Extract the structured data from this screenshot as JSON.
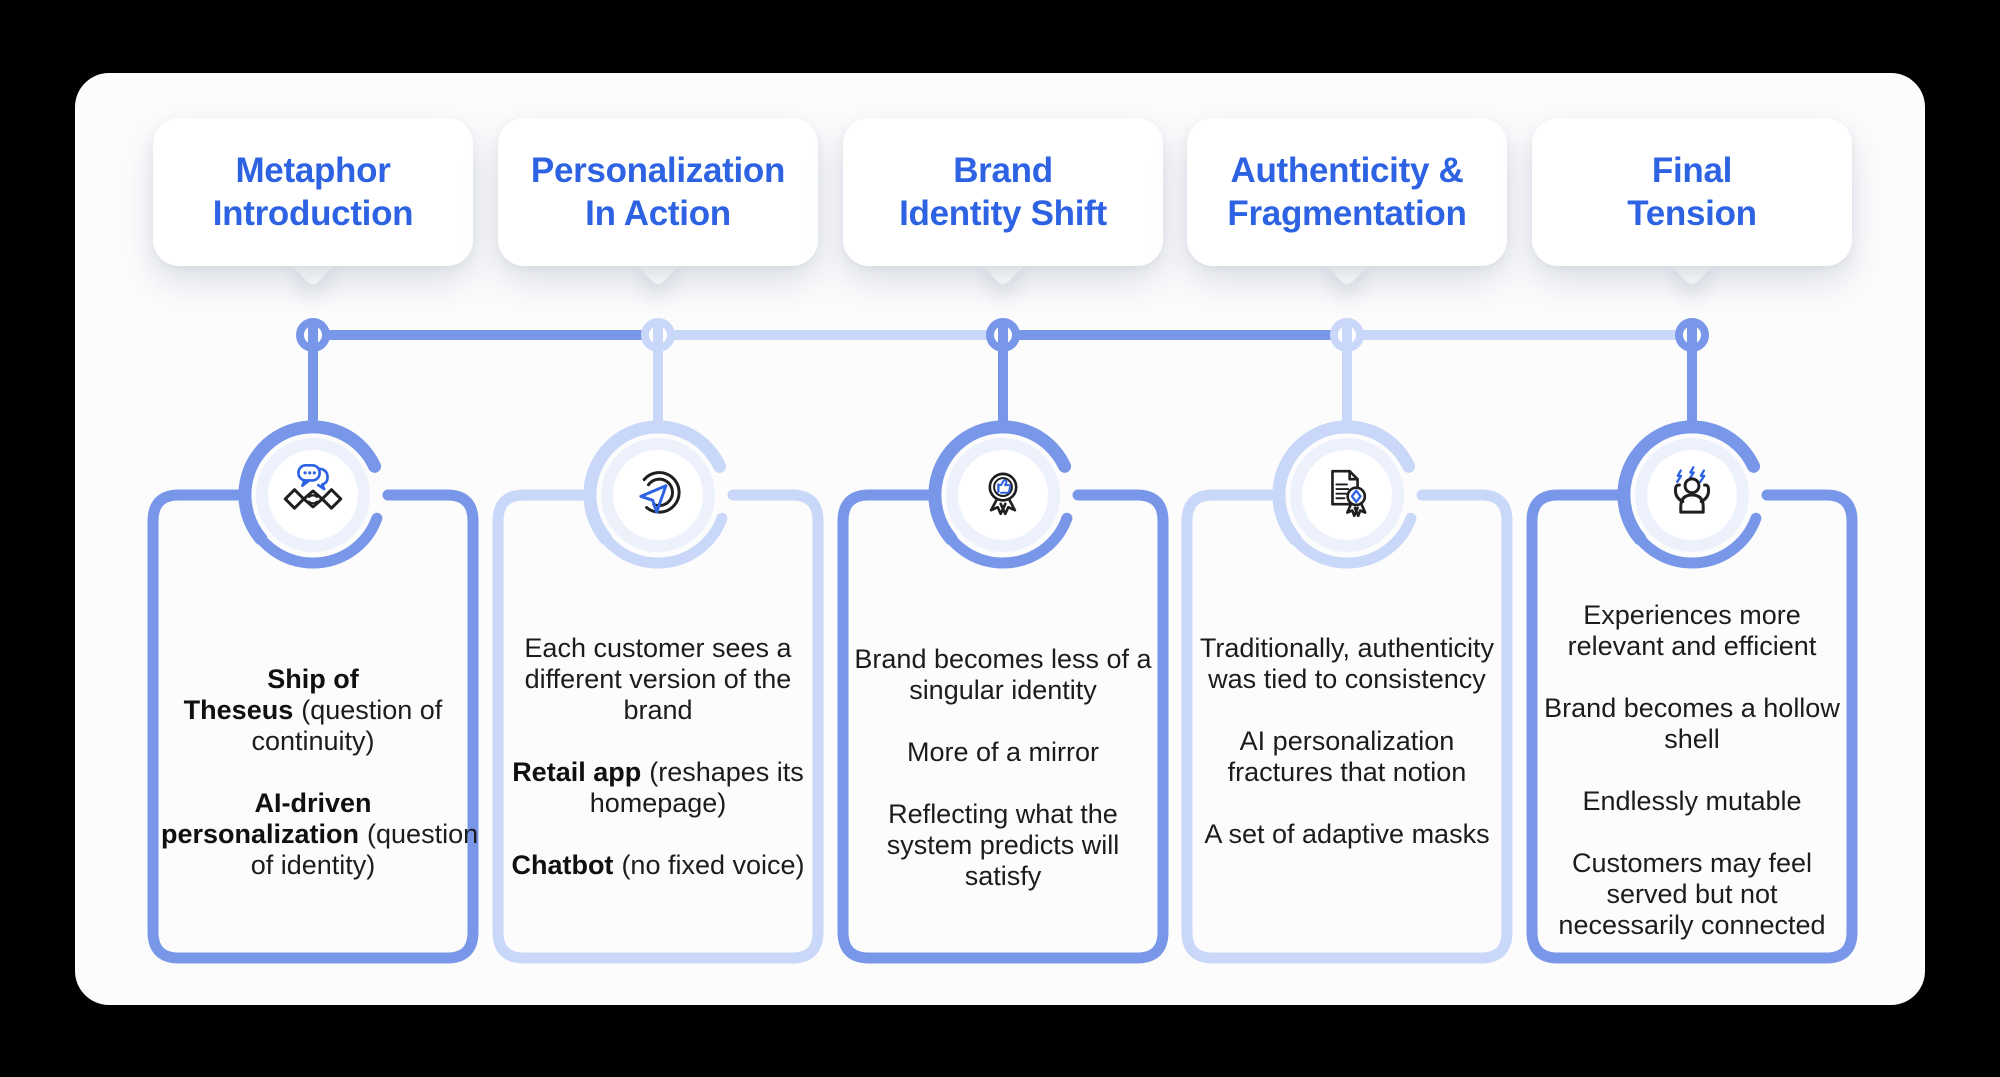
{
  "theme": {
    "canvas_bg": "#000000",
    "panel_bg": "#fcfcfd",
    "card_bg": "#ffffff",
    "accent_medium": "#7897e8",
    "accent_light": "#c9d7f8",
    "halo": "#edf1fb",
    "title_blue": "#2d62e2",
    "icon_blue": "#2d62e2",
    "icon_dark": "#1f1f1f",
    "text_dark": "#1c1c1e"
  },
  "columns": [
    {
      "title_line1": "Metaphor",
      "title_line2": "Introduction",
      "accent": "#7897e8",
      "icon": "chat-handshake-icon",
      "paragraphs": [
        {
          "lead": "Ship of Theseus",
          "rest": "(question of continuity)"
        },
        {
          "lead": "AI-driven personalization",
          "rest": "(question of identity)"
        }
      ]
    },
    {
      "title_line1": "Personalization",
      "title_line2": "In Action",
      "accent": "#c9d7f8",
      "icon": "cursor-reach-icon",
      "paragraphs": [
        {
          "lead": "",
          "rest": "Each customer sees a different version of the brand"
        },
        {
          "lead": "Retail app",
          "rest": "(reshapes its homepage)"
        },
        {
          "lead": "Chatbot",
          "rest": "(no fixed voice)"
        }
      ]
    },
    {
      "title_line1": "Brand",
      "title_line2": "Identity Shift",
      "accent": "#7897e8",
      "icon": "award-thumbs-up-icon",
      "paragraphs": [
        {
          "lead": "",
          "rest": "Brand becomes less of a singular identity"
        },
        {
          "lead": "",
          "rest": "More of a mirror"
        },
        {
          "lead": "",
          "rest": "Reflecting what the system predicts will satisfy"
        }
      ]
    },
    {
      "title_line1": "Authenticity &",
      "title_line2": "Fragmentation",
      "accent": "#c9d7f8",
      "icon": "certificate-award-icon",
      "paragraphs": [
        {
          "lead": "",
          "rest": "Traditionally, authenticity was tied to consistency"
        },
        {
          "lead": "",
          "rest": "AI personalization fractures that notion"
        },
        {
          "lead": "",
          "rest": "A set of adaptive masks"
        }
      ]
    },
    {
      "title_line1": "Final",
      "title_line2": "Tension",
      "accent": "#7897e8",
      "icon": "stressed-person-icon",
      "paragraphs": [
        {
          "lead": "",
          "rest": "Experiences more relevant and efficient"
        },
        {
          "lead": "",
          "rest": "Brand becomes a hollow shell"
        },
        {
          "lead": "",
          "rest": "Endlessly mutable"
        },
        {
          "lead": "",
          "rest": "Customers may feel served but not necessarily connected"
        }
      ]
    }
  ]
}
